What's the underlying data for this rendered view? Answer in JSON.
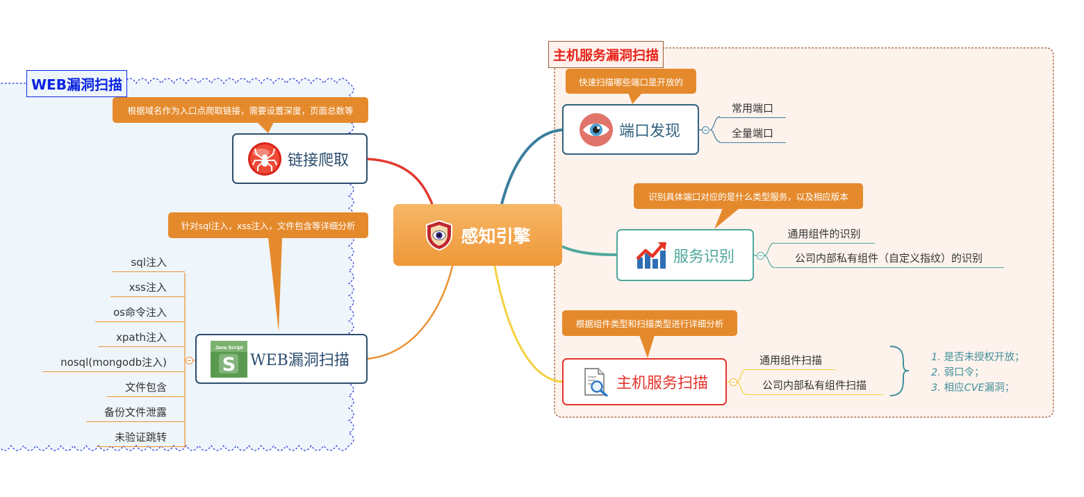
{
  "root": {
    "title": "感知引擎",
    "icon": "shield-eye-icon"
  },
  "web_frame": {
    "title": "WEB漏洞扫描",
    "color": "#0a24e0"
  },
  "host_frame": {
    "title": "主机服务漏洞扫描",
    "color": "#e8231a"
  },
  "web_branch": {
    "crawl": {
      "title": "链接爬取",
      "icon": "spider-icon",
      "callout": "根据域名作为入口点爬取链接，需要设置深度，页面总数等"
    },
    "scan": {
      "title": "WEB漏洞扫描",
      "icon": "javascript-badge-icon",
      "icon_top_text": "Java Script",
      "icon_letter": "S",
      "callout": "针对sql注入，xss注入，文件包含等详细分析",
      "items": [
        "sql注入",
        "xss注入",
        "os命令注入",
        "xpath注入",
        "nosql(mongodb注入)",
        "文件包含",
        "备份文件泄露",
        "未验证跳转"
      ]
    }
  },
  "host_branch": {
    "ports": {
      "title": "端口发现",
      "icon": "eye-icon",
      "callout": "快速扫描哪些端口是开放的",
      "items": [
        "常用端口",
        "全量端口"
      ]
    },
    "service": {
      "title": "服务识别",
      "icon": "trend-chart-icon",
      "callout": "识别具体端口对应的是什么类型服务，以及相应版本",
      "items": [
        "通用组件的识别",
        "公司内部私有组件（自定义指纹）的识别"
      ]
    },
    "hostscan": {
      "title": "主机服务扫描",
      "icon": "document-search-icon",
      "callout": "根据组件类型和扫描类型进行详细分析",
      "items": [
        "通用组件扫描",
        "公司内部私有组件扫描"
      ],
      "summary": [
        {
          "num": "1.",
          "text": "是否未授权开放；"
        },
        {
          "num": "2.",
          "text": "弱口令；"
        },
        {
          "num": "3.",
          "pre": "相应",
          "em": "CVE",
          "post": "漏洞；"
        }
      ]
    }
  },
  "colors": {
    "callout": "#e58a2c",
    "crawl_link": "#e2392e",
    "scan_link": "#ec9133",
    "ports_link": "#3b7e9e",
    "service_link": "#4fa89c",
    "hostscan_link": "#f4d13f",
    "web_items_line": "#ec9133"
  }
}
